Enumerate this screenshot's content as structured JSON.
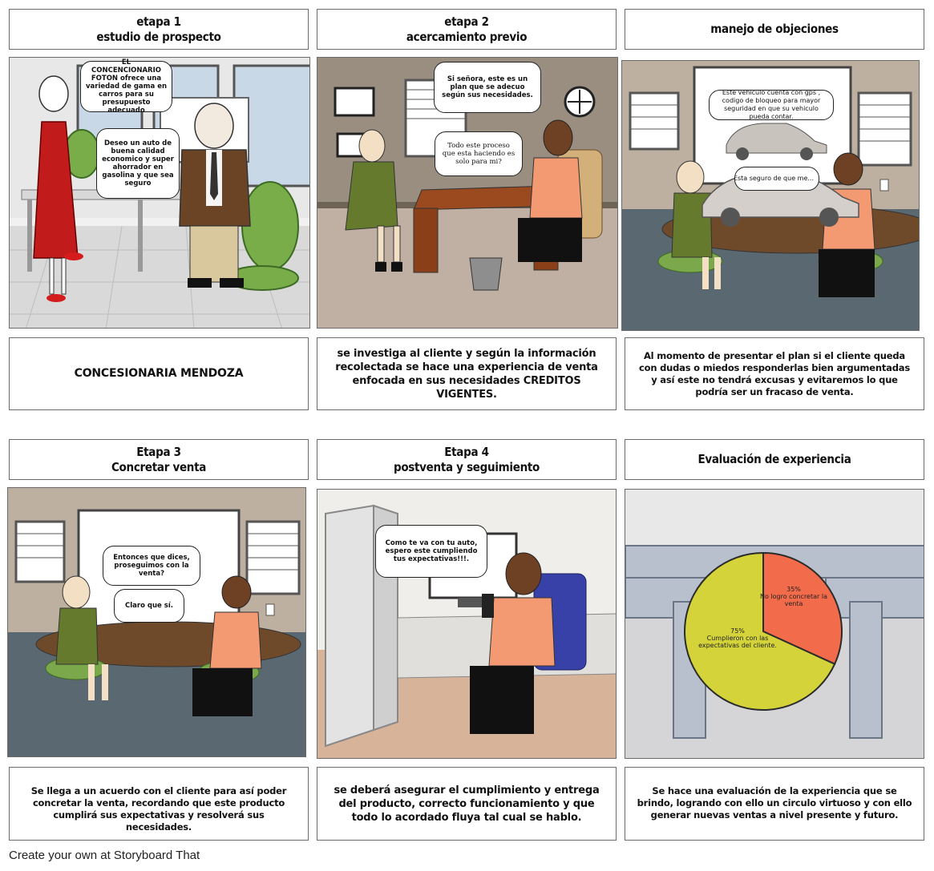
{
  "panels": [
    {
      "title_lines": [
        "etapa 1",
        "estudio de prospecto"
      ],
      "description": "CONCESIONARIA MENDOZA",
      "bubbles": [
        "EL CONCENCIONARIO FOTON ofrece una variedad de gama en carros para su presupuesto adecuado",
        "Deseo un auto de buena calidad economico y super ahorrador en gasolina y que sea seguro"
      ]
    },
    {
      "title_lines": [
        "etapa 2",
        "acercamiento previo"
      ],
      "description": "se investiga al cliente y según la información recolectada se hace una experiencia de venta enfocada en sus necesidades CREDITOS VIGENTES.",
      "bubbles": [
        "Si señora, este es un plan que se adecuo según sus necesidades.",
        "Todo este proceso que esta haciendo es solo para mi?"
      ]
    },
    {
      "title_lines": [
        "manejo de objeciones"
      ],
      "description": "Al momento de presentar el plan si el cliente queda con dudas o miedos responderlas bien argumentadas y así este no tendrá excusas y evitaremos lo que podría ser un fracaso de venta.",
      "bubbles": [
        "Este vehiculo cuenta con gps , codigo de bloqueo para mayor seguridad en que su vehiculo pueda contar.",
        "Esta seguro de que me..."
      ]
    },
    {
      "title_lines": [
        "Etapa 3",
        "Concretar venta"
      ],
      "description": "Se llega a un acuerdo con el cliente para así poder concretar la venta, recordando que este producto cumplirá sus expectativas y resolverá sus necesidades.",
      "bubbles": [
        "Entonces que dices, proseguimos con la venta?",
        "Claro que sí."
      ]
    },
    {
      "title_lines": [
        "Etapa 4",
        "postventa y seguimiento"
      ],
      "description": "se deberá asegurar el cumplimiento y entrega del producto, correcto funcionamiento y que todo lo acordado fluya tal cual se hablo.",
      "bubbles": [
        "Como te va con tu auto, espero este cumpliendo tus expectativas!!!."
      ]
    },
    {
      "title_lines": [
        "Evaluación de experiencia"
      ],
      "description": "Se hace una evaluación de la experiencia que se brindo, logrando con ello un circulo virtuoso y con ello generar nuevas ventas a nivel presente y futuro.",
      "bubbles": []
    }
  ],
  "chart_data": {
    "type": "pie",
    "slices": [
      {
        "label": "No logro concretar la venta",
        "value": 35,
        "value_label": "35%",
        "color": "#f26b4b"
      },
      {
        "label": "Cumplieron con las expectativas del cliente.",
        "value": 75,
        "value_label": "75%",
        "color": "#d4d33a"
      }
    ]
  },
  "footer": "Create your own at Storyboard That"
}
